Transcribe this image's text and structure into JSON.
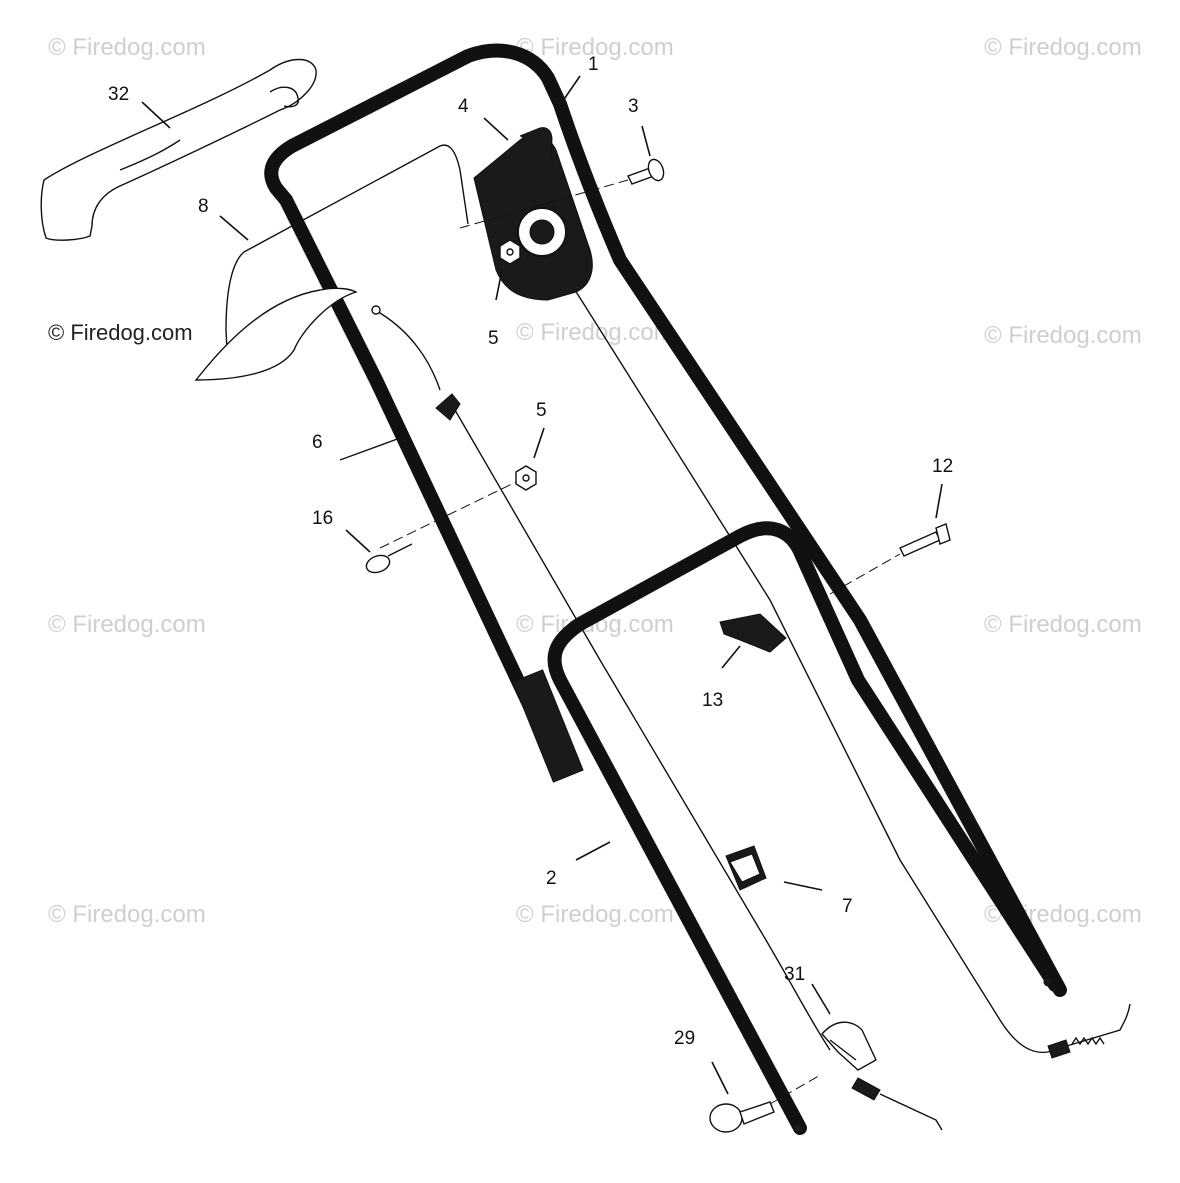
{
  "watermark": {
    "text": "© Firedog.com"
  },
  "callouts": [
    {
      "id": "c1",
      "label": "1"
    },
    {
      "id": "c2",
      "label": "2"
    },
    {
      "id": "c3",
      "label": "3"
    },
    {
      "id": "c4",
      "label": "4"
    },
    {
      "id": "c5a",
      "label": "5"
    },
    {
      "id": "c5b",
      "label": "5"
    },
    {
      "id": "c6",
      "label": "6"
    },
    {
      "id": "c7",
      "label": "7"
    },
    {
      "id": "c8",
      "label": "8"
    },
    {
      "id": "c12",
      "label": "12"
    },
    {
      "id": "c13",
      "label": "13"
    },
    {
      "id": "c16",
      "label": "16"
    },
    {
      "id": "c29",
      "label": "29"
    },
    {
      "id": "c31",
      "label": "31"
    },
    {
      "id": "c32",
      "label": "32"
    }
  ],
  "colors": {
    "line": "#111111",
    "watermark": "#cfcfcf",
    "background": "#ffffff"
  }
}
